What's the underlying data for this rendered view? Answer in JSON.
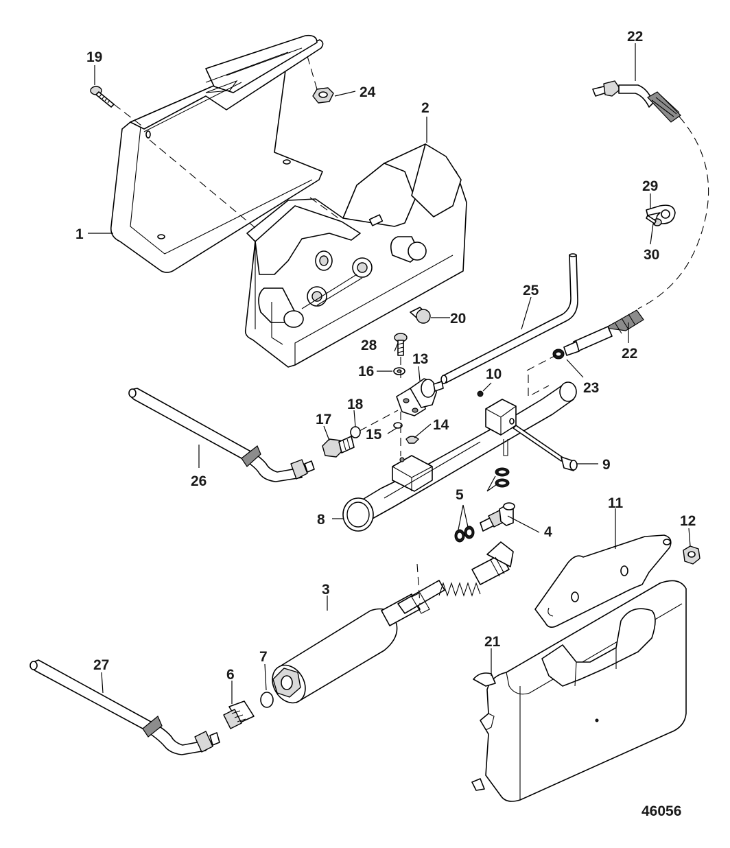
{
  "figure_number": "46056",
  "callouts": {
    "c1": "1",
    "c2": "2",
    "c3": "3",
    "c4": "4",
    "c5": "5",
    "c6": "6",
    "c7": "7",
    "c8": "8",
    "c9": "9",
    "c10": "10",
    "c11": "11",
    "c12": "12",
    "c13": "13",
    "c14": "14",
    "c15": "15",
    "c16": "16",
    "c17": "17",
    "c18": "18",
    "c19": "19",
    "c20": "20",
    "c21": "21",
    "c22a": "22",
    "c22b": "22",
    "c23": "23",
    "c24": "24",
    "c25": "25",
    "c26": "26",
    "c27": "27",
    "c28": "28",
    "c29": "29",
    "c30": "30"
  }
}
